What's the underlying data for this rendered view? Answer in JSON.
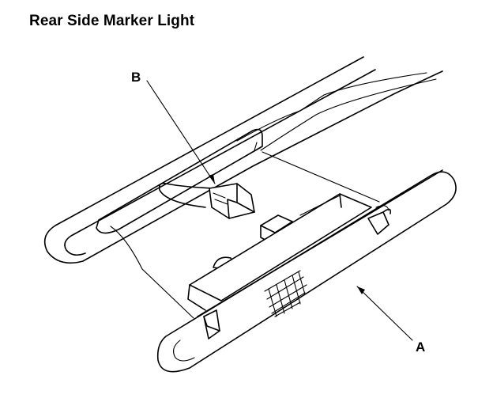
{
  "title": "Rear Side Marker Light",
  "callouts": {
    "a": "A",
    "b": "B"
  }
}
